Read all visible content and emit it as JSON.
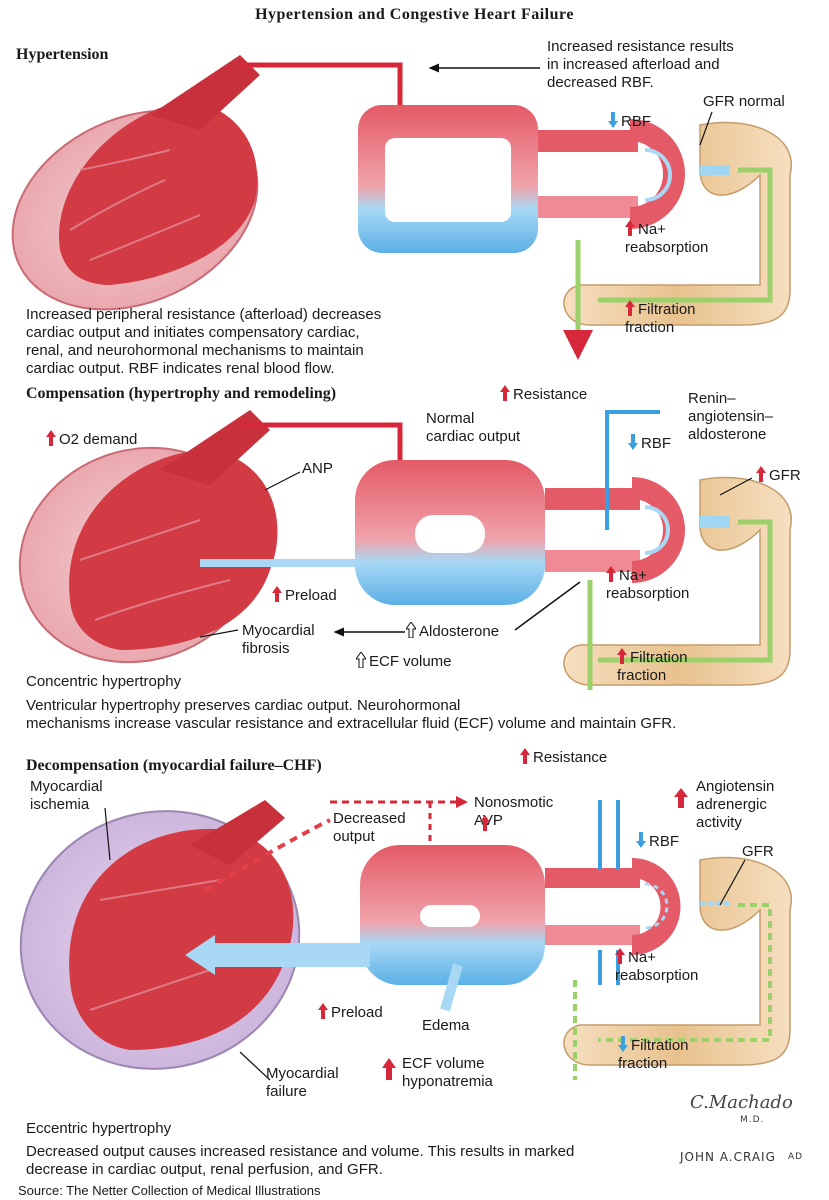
{
  "title": "Hypertension and Congestive Heart Failure",
  "colors": {
    "red": "#d6283a",
    "blue": "#3aa0e0",
    "green": "#9bd06a",
    "heart": "#d8404a",
    "tubule": "#e9c79a"
  },
  "hypertension": {
    "heading": "Hypertension",
    "resistance_note": "Increased resistance results\nin increased afterload and\ndecreased RBF.",
    "rbf": "RBF",
    "gfr": "GFR normal",
    "na_reabsorption": "Na+\nreabsorption",
    "filtration": "Filtration\nfraction",
    "caption": "Increased peripheral resistance (afterload) decreases\ncardiac output and initiates compensatory cardiac,\nrenal, and neurohormonal mechanisms to maintain\ncardiac output. RBF indicates renal blood flow."
  },
  "compensation": {
    "heading": "Compensation (hypertrophy and remodeling)",
    "resistance": "Resistance",
    "renin": "Renin–\nangiotensin–\naldosterone",
    "normal_output": "Normal\ncardiac output",
    "o2_demand": "O2 demand",
    "anp": "ANP",
    "rbf": "RBF",
    "gfr": "GFR",
    "na_reabsorption": "Na+\nreabsorption",
    "preload": "Preload",
    "fibrosis": "Myocardial\nfibrosis",
    "aldosterone": "Aldosterone",
    "ecf": "ECF volume",
    "filtration": "Filtration\nfraction",
    "heart_label": "Concentric hypertrophy",
    "caption": "Ventricular hypertrophy preserves cardiac output. Neurohormonal\nmechanisms increase vascular resistance and extracellular fluid (ECF) volume and maintain GFR."
  },
  "decompensation": {
    "heading": "Decompensation (myocardial failure–CHF)",
    "resistance": "Resistance",
    "ischemia": "Myocardial\nischemia",
    "decreased_output": "Decreased\noutput",
    "avp": "Nonosmotic\nAVP",
    "angiotensin": "Angiotensin\nadrenergic\nactivity",
    "rbf": "RBF",
    "gfr": "GFR",
    "na_reabsorption": "Na+\nreabsorption",
    "preload": "Preload",
    "edema": "Edema",
    "ecf": "ECF volume\nhyponatremia",
    "myo_failure": "Myocardial\nfailure",
    "filtration": "Filtration\nfraction",
    "heart_label": "Eccentric hypertrophy",
    "caption": "Decreased output causes increased resistance and volume. This results in marked\ndecrease in cardiac output, renal perfusion, and GFR."
  },
  "signature_1": "C.Machado",
  "signature_1b": "M.D.",
  "signature_2": "JOHN A.CRAIG",
  "signature_2b": "AD",
  "source": "Source: The Netter Collection of Medical Illustrations"
}
